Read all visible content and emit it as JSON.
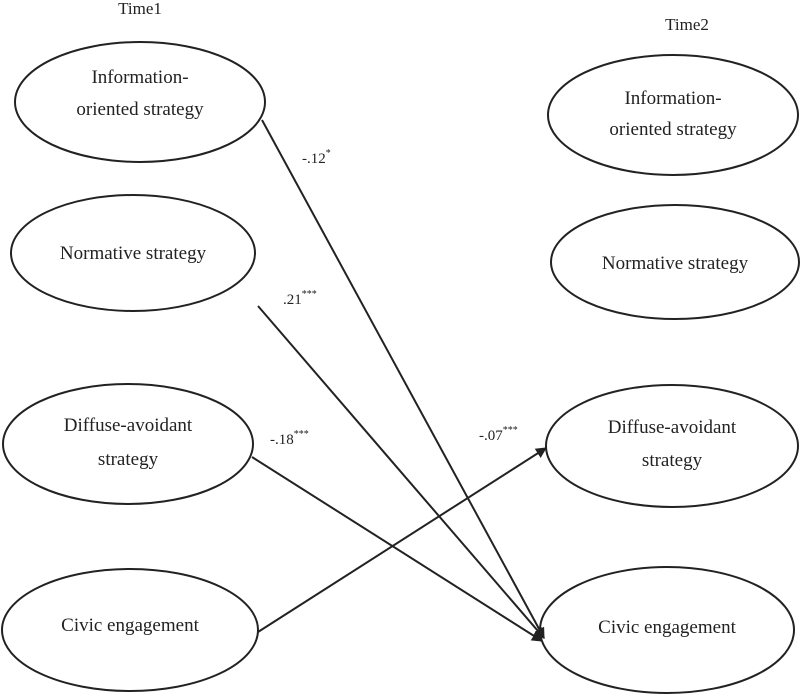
{
  "time_labels": {
    "time1": "Time1",
    "time2": "Time2"
  },
  "time1_nodes": [
    {
      "id": "t1-information",
      "lines": [
        "Information-",
        "oriented strategy"
      ]
    },
    {
      "id": "t1-normative",
      "lines": [
        "Normative strategy"
      ]
    },
    {
      "id": "t1-diffuse",
      "lines": [
        "Diffuse-avoidant",
        "strategy"
      ]
    },
    {
      "id": "t1-civic",
      "lines": [
        "Civic engagement"
      ]
    }
  ],
  "time2_nodes": [
    {
      "id": "t2-information",
      "lines": [
        "Information-",
        "oriented strategy"
      ]
    },
    {
      "id": "t2-normative",
      "lines": [
        "Normative strategy"
      ]
    },
    {
      "id": "t2-diffuse",
      "lines": [
        "Diffuse-avoidant",
        "strategy"
      ]
    },
    {
      "id": "t2-civic",
      "lines": [
        "Civic engagement"
      ]
    }
  ],
  "paths": [
    {
      "from": "t1-information",
      "to": "t2-civic",
      "coef": "-.12",
      "sig": "*"
    },
    {
      "from": "t1-normative",
      "to": "t2-civic",
      "coef": ".21",
      "sig": "***"
    },
    {
      "from": "t1-diffuse",
      "to": "t2-civic",
      "coef": "-.18",
      "sig": "***"
    },
    {
      "from": "t1-civic",
      "to": "t2-diffuse",
      "coef": "-.07",
      "sig": "***"
    }
  ],
  "colors": {
    "stroke": "#222222",
    "background": "#ffffff"
  }
}
